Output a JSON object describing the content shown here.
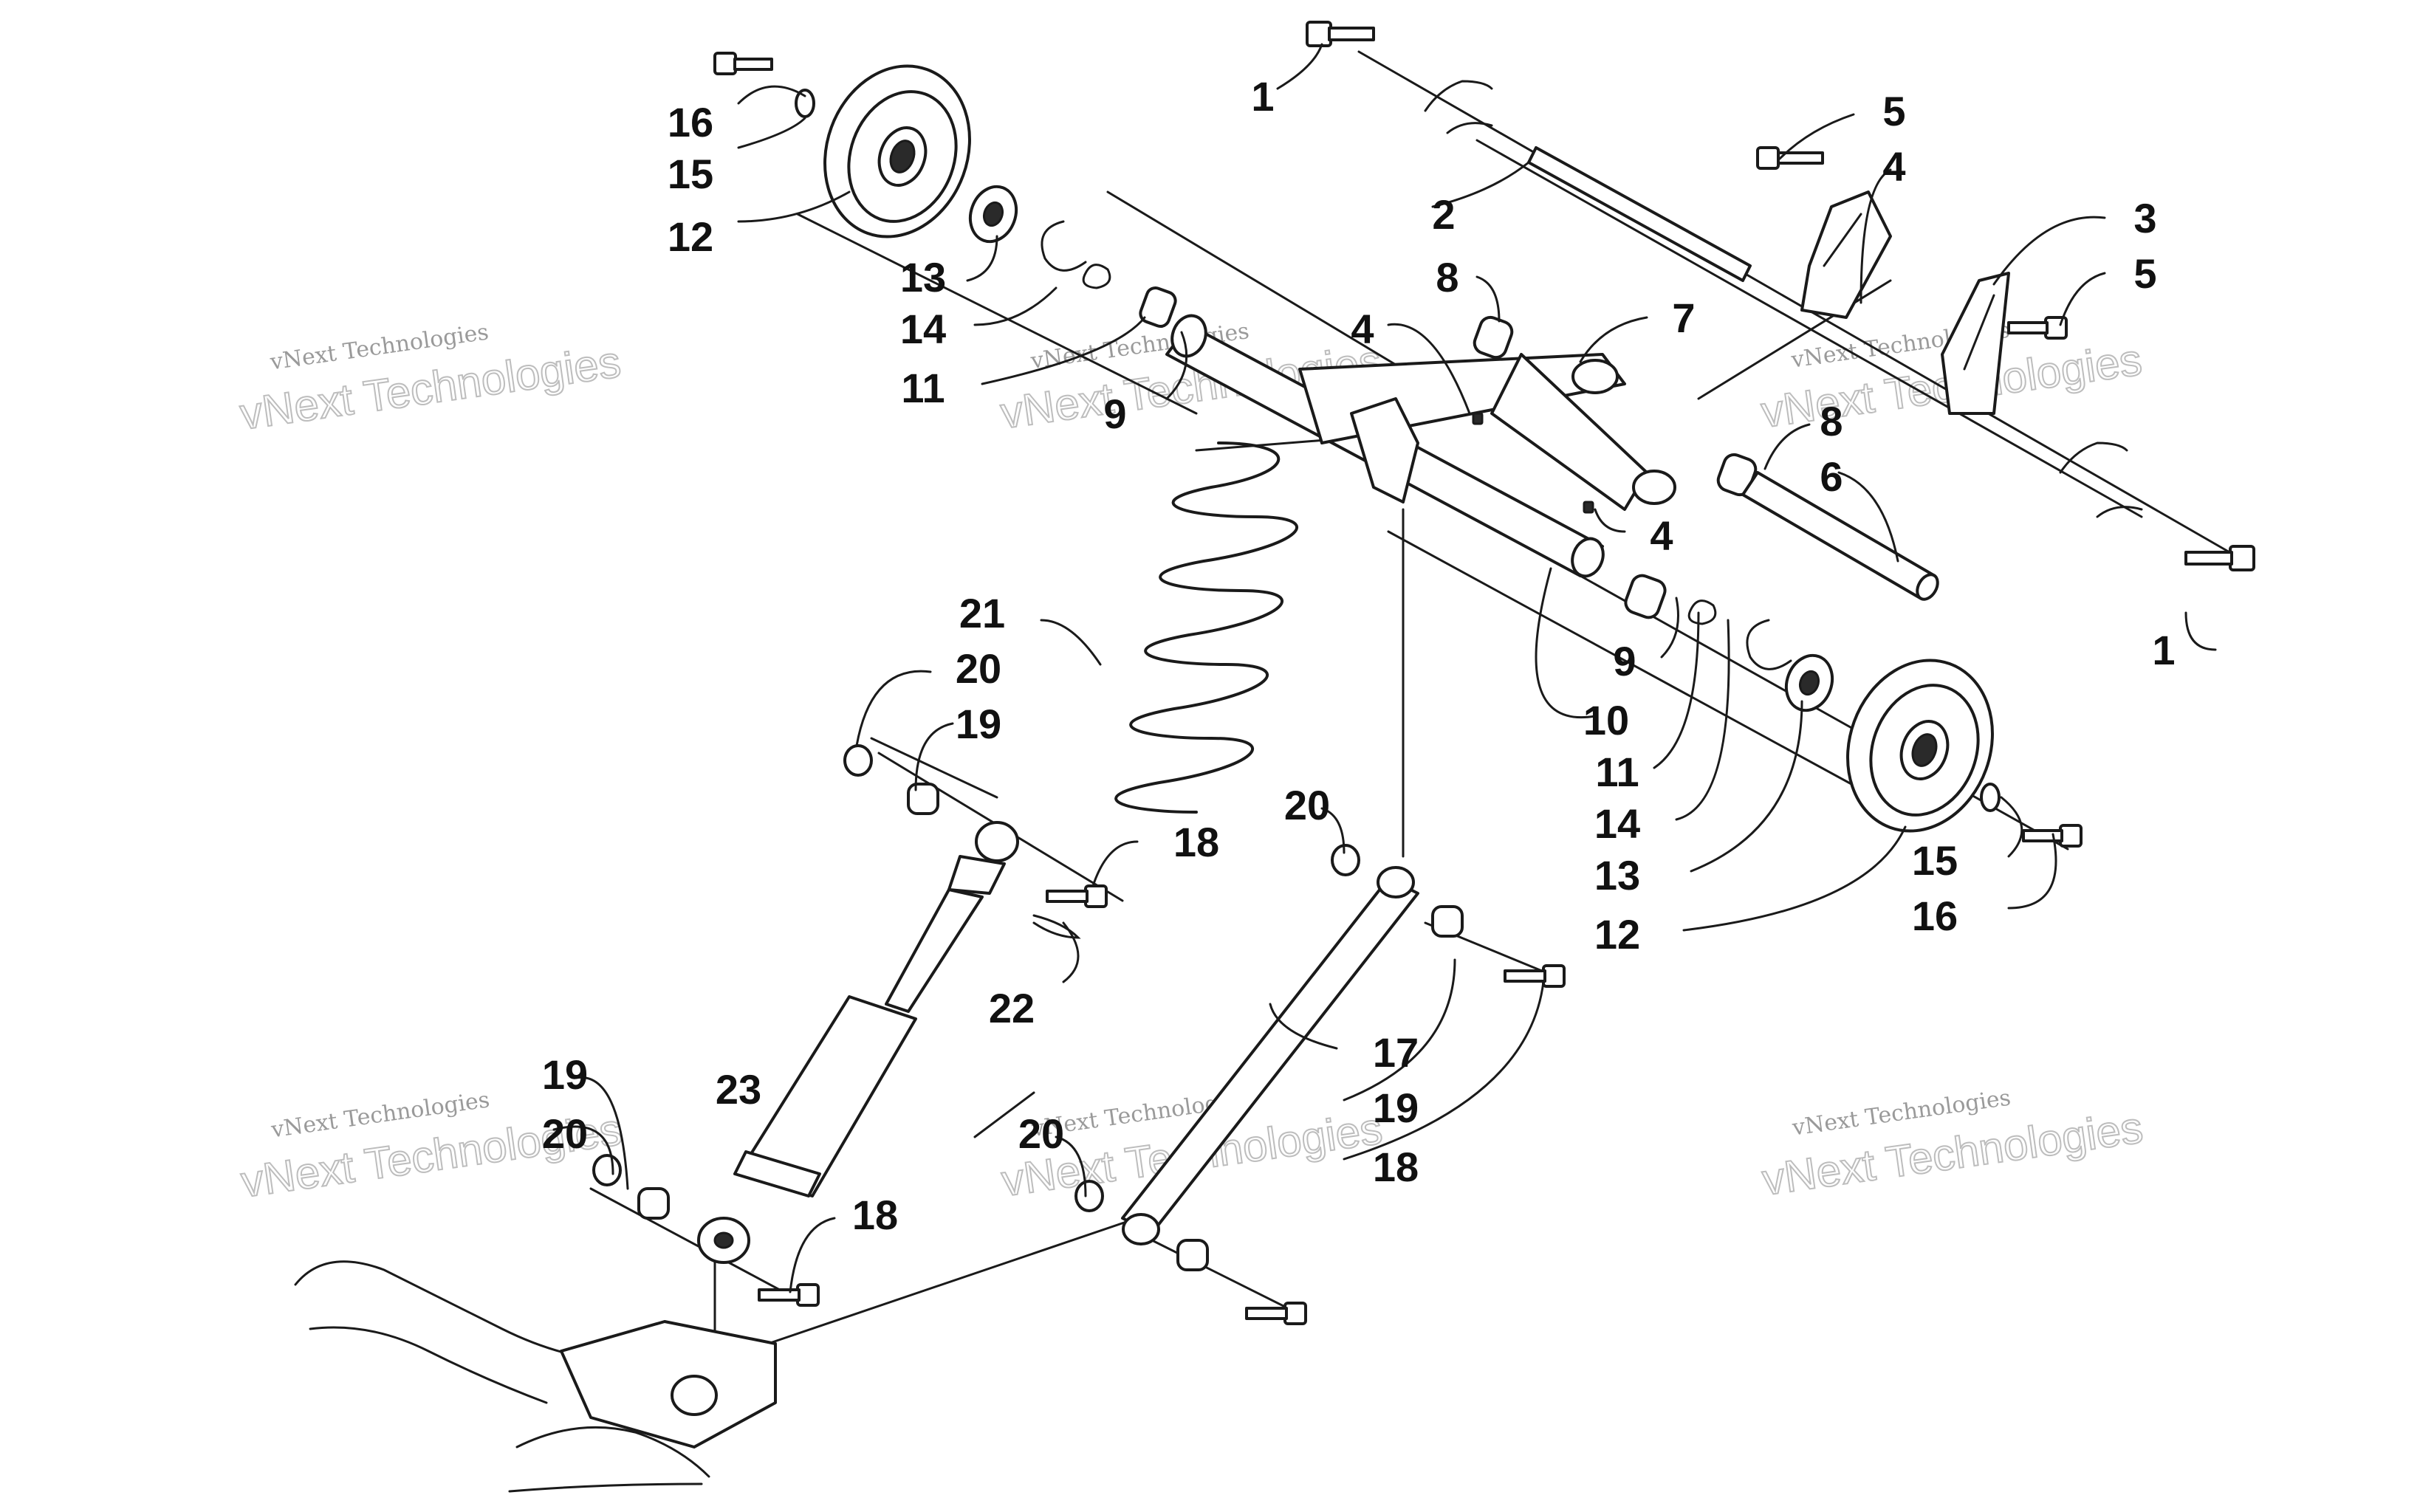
{
  "watermarks": [
    {
      "small": "vNext Technologies",
      "large": "vNext Technologies"
    },
    {
      "small": "vNext Technologies",
      "large": "vNext Technologies"
    },
    {
      "small": "vNext Technologies",
      "large": "vNext Technologies"
    },
    {
      "small": "vNext Technologies",
      "large": "vNext Technologies"
    },
    {
      "small": "vNext Technologies",
      "large": "vNext Technologies"
    },
    {
      "small": "vNext Technologies",
      "large": "vNext Technologies"
    }
  ],
  "callouts": [
    {
      "label": "16"
    },
    {
      "label": "15"
    },
    {
      "label": "12"
    },
    {
      "label": "13"
    },
    {
      "label": "14"
    },
    {
      "label": "11"
    },
    {
      "label": "9"
    },
    {
      "label": "1"
    },
    {
      "label": "2"
    },
    {
      "label": "8"
    },
    {
      "label": "4"
    },
    {
      "label": "7"
    },
    {
      "label": "5"
    },
    {
      "label": "4"
    },
    {
      "label": "3"
    },
    {
      "label": "5"
    },
    {
      "label": "8"
    },
    {
      "label": "6"
    },
    {
      "label": "4"
    },
    {
      "label": "1"
    },
    {
      "label": "9"
    },
    {
      "label": "10"
    },
    {
      "label": "11"
    },
    {
      "label": "14"
    },
    {
      "label": "13"
    },
    {
      "label": "12"
    },
    {
      "label": "15"
    },
    {
      "label": "16"
    },
    {
      "label": "21"
    },
    {
      "label": "20"
    },
    {
      "label": "19"
    },
    {
      "label": "18"
    },
    {
      "label": "22"
    },
    {
      "label": "20"
    },
    {
      "label": "17"
    },
    {
      "label": "19"
    },
    {
      "label": "18"
    },
    {
      "label": "23"
    },
    {
      "label": "19"
    },
    {
      "label": "20"
    },
    {
      "label": "18"
    },
    {
      "label": "20"
    }
  ]
}
